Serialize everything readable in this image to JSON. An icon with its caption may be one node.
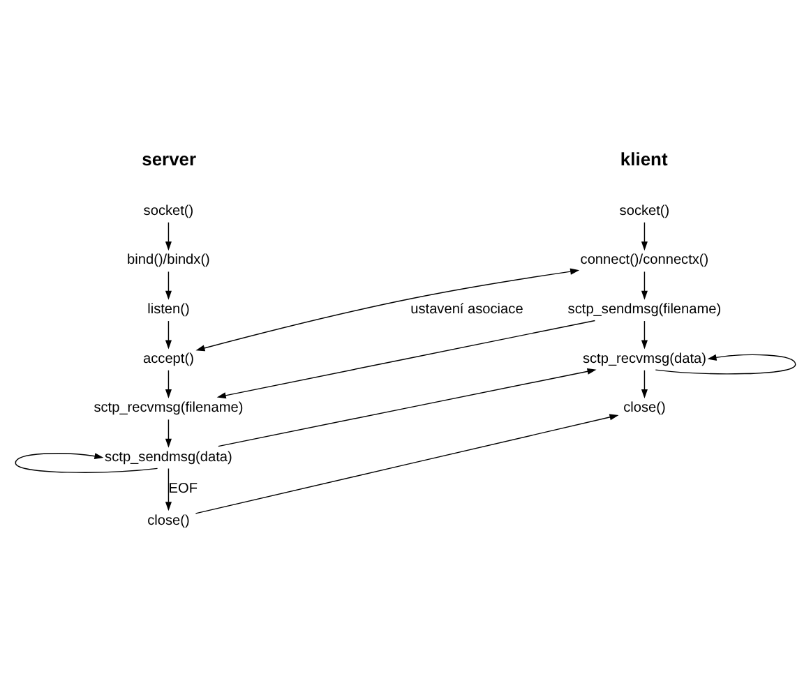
{
  "diagram": {
    "nodes": [
      {
        "text": [
          "socket()"
        ]
      },
      {
        "text": [
          "bind()/bindx()"
        ]
      },
      {
        "text": [
          "listen()"
        ]
      },
      {
        "text": [
          "accept()"
        ]
      },
      {
        "text": [
          "sctp_recvmsg(filename)"
        ]
      },
      {
        "text": [
          "sctp_sendmsg(data)"
        ]
      },
      {
        "text": [
          "close()"
        ]
      },
      {
        "text": [
          "socket()"
        ]
      },
      {
        "text": [
          "connect()/connectx()"
        ]
      },
      {
        "text": [
          "sctp_sendmsg(filename)"
        ]
      },
      {
        "text": [
          "sctp_recvmsg(data)"
        ]
      },
      {
        "text": [
          "close()"
        ]
      }
    ],
    "edges": [
      {
        "from": 0,
        "to": 1,
        "arrow": "to"
      },
      {
        "from": 1,
        "to": 2,
        "arrow": "to"
      },
      {
        "from": 2,
        "to": 3,
        "arrow": "to"
      },
      {
        "from": 3,
        "to": 4,
        "arrow": "to"
      },
      {
        "from": 3,
        "to": 8,
        "arrow": "both",
        "label": "ustavení asociace"
      },
      {
        "from": 4,
        "to": 5,
        "arrow": "to"
      },
      {
        "from": 5,
        "to": 5,
        "arrow": "to"
      },
      {
        "from": 5,
        "to": 6,
        "arrow": "to",
        "label": "EOF"
      },
      {
        "from": 7,
        "to": 8,
        "arrow": "to"
      },
      {
        "from": 8,
        "to": 9,
        "arrow": "to"
      },
      {
        "from": 9,
        "to": 4,
        "arrow": "to"
      },
      {
        "from": 9,
        "to": 10,
        "arrow": "to"
      },
      {
        "from": 5,
        "to": 10,
        "arrow": "to"
      },
      {
        "from": 10,
        "to": 10,
        "arrow": "to"
      },
      {
        "from": 10,
        "to": 11,
        "arrow": "to"
      },
      {
        "from": 6,
        "to": 11,
        "arrow": "to"
      }
    ],
    "labels": [
      "server",
      "klient"
    ]
  }
}
